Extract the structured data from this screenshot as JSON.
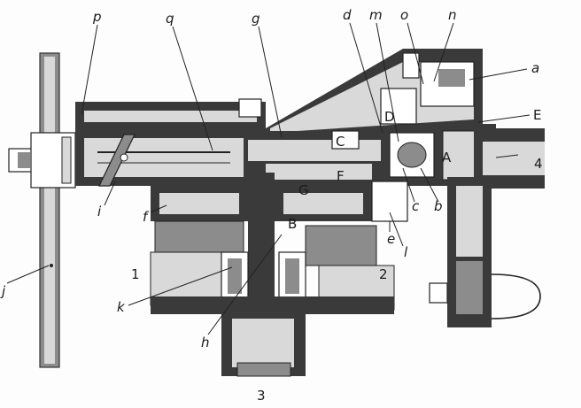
{
  "diagram": {
    "labels": {
      "p": "p",
      "q": "q",
      "g": "g",
      "d": "d",
      "m": "m",
      "o": "o",
      "n": "n",
      "a": "a",
      "E": "E",
      "D": "D",
      "C": "C",
      "F": "F",
      "G": "G",
      "A": "A",
      "b": "b",
      "c": "c",
      "e": "e",
      "l": "l",
      "B": "B",
      "i": "i",
      "f": "f",
      "j": "j",
      "k": "k",
      "h": "h",
      "n1": "1",
      "n2": "2",
      "n3": "3",
      "n4": "4"
    }
  }
}
